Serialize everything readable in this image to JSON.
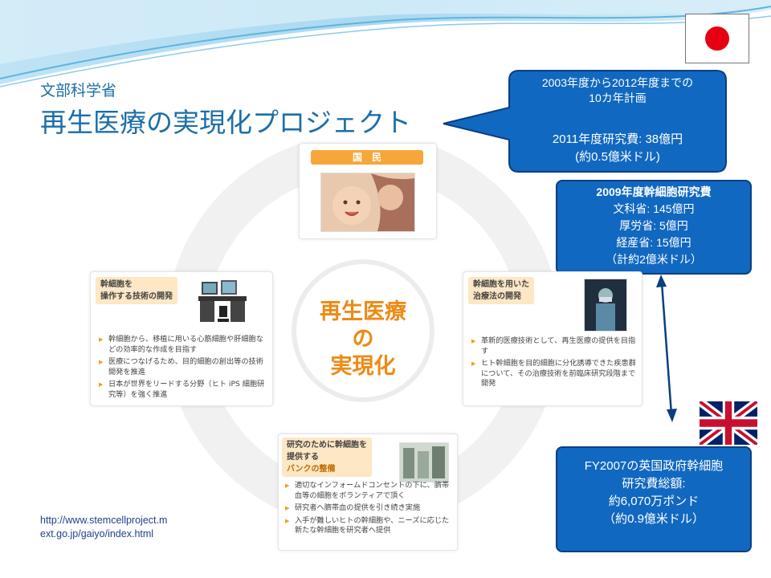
{
  "header": {
    "ministry": "文部科学省",
    "title": "再生医療の実現化プロジェクト"
  },
  "callout_japan": {
    "line1": "2003年度から2012年度までの",
    "line2": "10カ年計画",
    "line3": "2011年度研究費: 38億円",
    "line4": "(約0.5億米ドル)"
  },
  "stem_box": {
    "title": "2009年度幹細胞研究費",
    "line1": "文科省: 145億円",
    "line2": "厚労省: 5億円",
    "line3": "経産省: 15億円",
    "line4": "（計約2億米ドル）"
  },
  "uk_box": {
    "line1": "FY2007の英国政府幹細胞",
    "line2": "研究費総額:",
    "line3": "約6,070万ポンド",
    "line4": "（約0.9億米ドル）"
  },
  "url": {
    "line1": "http://www.stemcellproject.m",
    "line2": "ext.go.jp/gaiyo/index.html"
  },
  "diagram": {
    "center": [
      "再生医療",
      "の",
      "実現化"
    ],
    "top_tag": "国　民",
    "left": {
      "tag_line1": "幹細胞を",
      "tag_line2": "操作する技術の開発",
      "bullets": [
        "幹細胞から、移植に用いる心筋細胞や肝細胞などの効率的な作成を目指す",
        "医療につなげるため、目的細胞の創出等の技術開発を推進",
        "日本が世界をリードする分野（ヒト iPS 細胞研究等）を強く推進"
      ]
    },
    "right": {
      "tag_line1": "幹細胞を用いた",
      "tag_line2": "治療法の開発",
      "bullets": [
        "革新的医療技術として、再生医療の提供を目指す",
        "ヒト幹細胞を目的細胞に分化誘導できた疾患群について、その治療技術を前臨床研究段階まで開発"
      ]
    },
    "bottom": {
      "tag_line1": "研究のために幹細胞を",
      "tag_line2a": "提供する",
      "tag_line2b": "バンクの整備",
      "bullets": [
        "適切なインフォームドコンセントの下に、臍帯血等の細胞をボランティアで頂く",
        "研究者へ臍帯血の提供を引き続き実施",
        "入手が難しいヒトの幹細胞や、ニーズに応じた新たな幹細胞を研究者へ提供"
      ]
    }
  },
  "colors": {
    "title_blue": "#1b6ea8",
    "box_blue": "#1168c0",
    "box_border": "#0a3f80",
    "accent_orange": "#f49a1a",
    "flag_red": "#e60012"
  },
  "icons": [
    "japan-flag-icon",
    "uk-flag-icon",
    "double-arrow-icon"
  ]
}
